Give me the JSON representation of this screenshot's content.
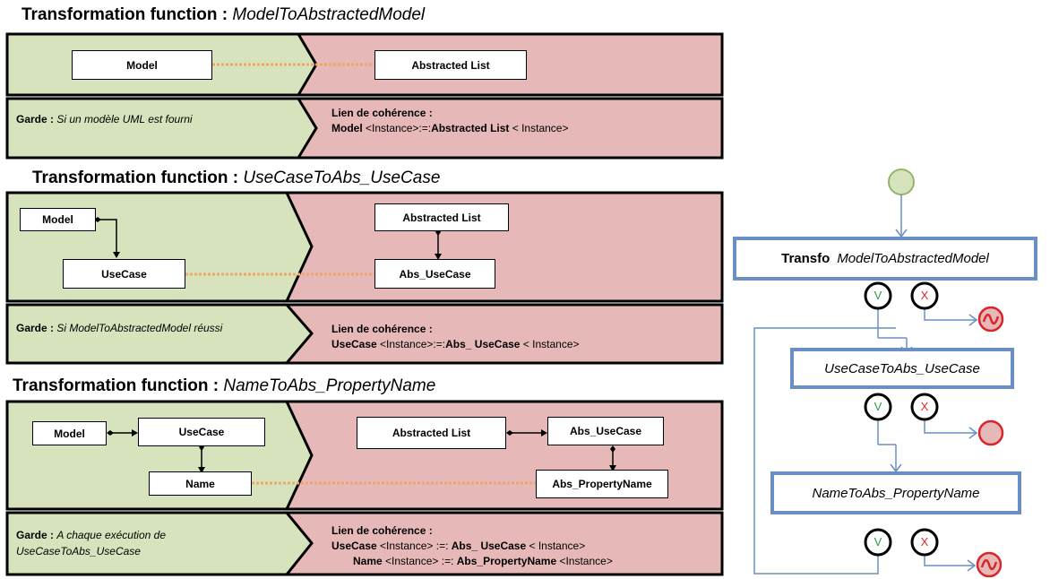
{
  "colors": {
    "green": "#d6e3bc",
    "red": "#e6b8b7",
    "flow": "#6a8fc5",
    "dash": "#f0a56a",
    "v": "#2e9b4a",
    "x": "#e02b2b"
  },
  "transformations": [
    {
      "label": "Transformation function :",
      "name": "ModelToAbstractedModel",
      "boxes": {
        "model": "Model",
        "abstracted": "Abstracted  List"
      },
      "garde_label": "Garde :",
      "garde_text": "Si un modèle UML est fourni",
      "lien_label": "Lien de cohérence :",
      "lien_lines": [
        {
          "a": "Model",
          "b": " <Instance>:=:",
          "c": "Abstracted List",
          "d": " < Instance>"
        }
      ]
    },
    {
      "label": "Transformation function :",
      "name": "UseCaseToAbs_UseCase",
      "boxes": {
        "model": "Model",
        "usecase": "UseCase",
        "abstracted": "Abstracted  List",
        "abs_usecase": "Abs_UseCase"
      },
      "garde_label": "Garde :",
      "garde_text": "Si ModelToAbstractedModel réussi",
      "lien_label": "Lien de cohérence :",
      "lien_lines": [
        {
          "a": "UseCase",
          "b": " <Instance>:=:",
          "c": "Abs_ UseCase",
          "d": " < Instance>"
        }
      ]
    },
    {
      "label": "Transformation function :",
      "name": "NameToAbs_PropertyName",
      "boxes": {
        "model": "Model",
        "usecase": "UseCase",
        "name": "Name",
        "abstracted": "Abstracted  List",
        "abs_usecase": "Abs_UseCase",
        "abs_property": "Abs_PropertyName"
      },
      "garde_label": "Garde :",
      "garde_text": "A chaque exécution de UseCaseToAbs_UseCase",
      "lien_label": "Lien de cohérence :",
      "lien_lines": [
        {
          "a": "UseCase",
          "b": " <Instance> :=: ",
          "c": "Abs_ UseCase",
          "d": " < Instance>"
        },
        {
          "a": "Name",
          "b": " <Instance> :=: ",
          "c": "Abs_PropertyName",
          "d": "  <Instance>"
        }
      ]
    }
  ],
  "flow": {
    "transfo_prefix": "Transfo",
    "step1": "ModelToAbstractedModel",
    "step2": "UseCaseToAbs_UseCase",
    "step3": "NameToAbs_PropertyName",
    "v_label": "V",
    "x_label": "X"
  }
}
